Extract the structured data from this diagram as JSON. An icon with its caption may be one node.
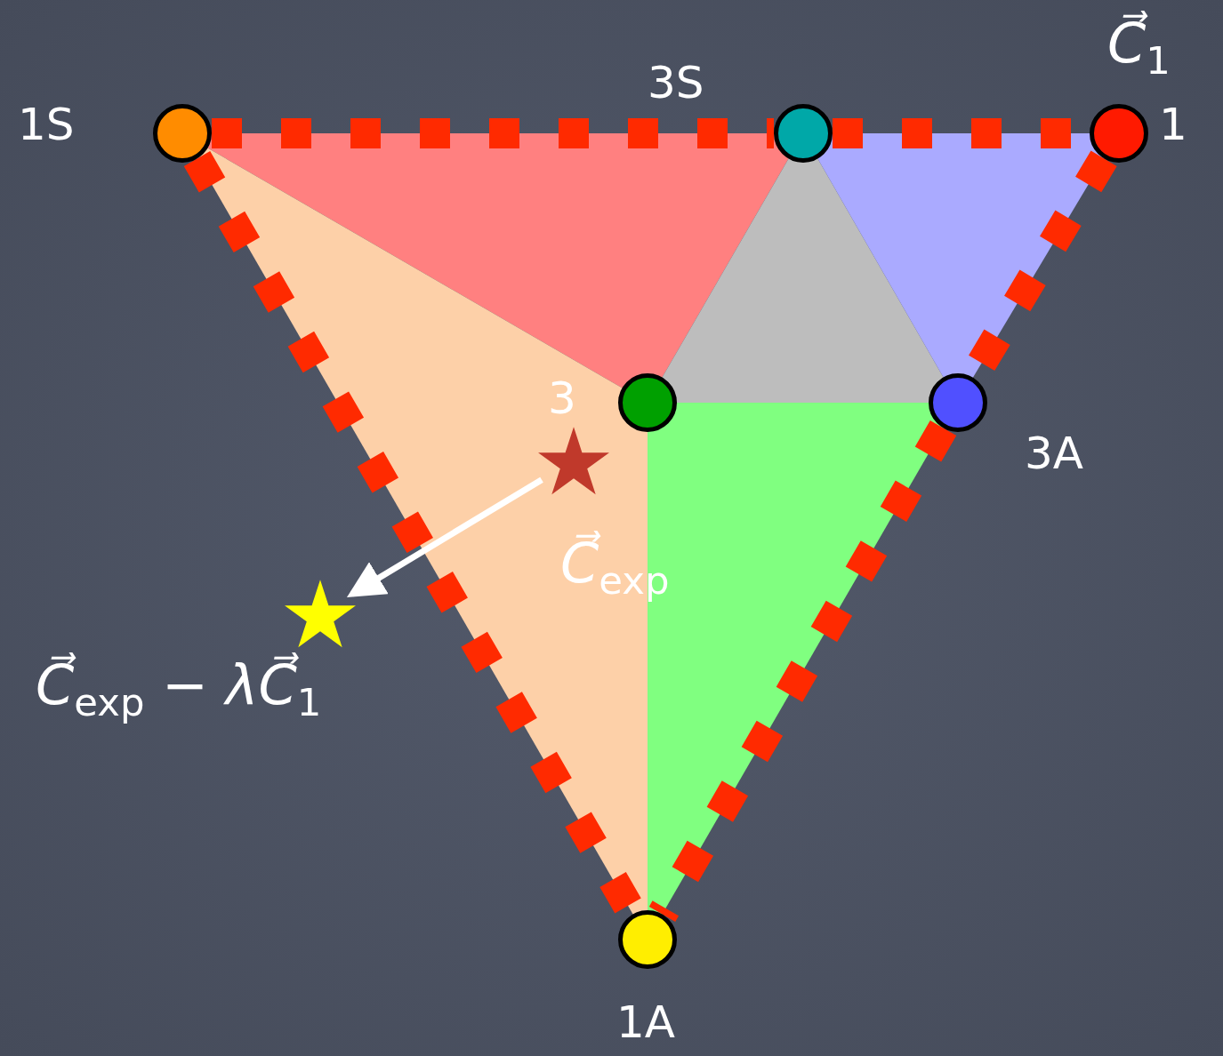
{
  "diagram": {
    "nodes": [
      {
        "text": [
          "1S"
        ]
      },
      {
        "text": [
          "3S"
        ]
      },
      {
        "text": [
          "1"
        ]
      },
      {
        "text": [
          "3"
        ]
      },
      {
        "text": [
          "3A"
        ]
      },
      {
        "text": [
          "1A"
        ]
      },
      {
        "text": [
          "*C⃗*$_{exp}$"
        ]
      },
      {
        "text": [
          "*C⃗*$_{exp}$ − *λC⃗*$_{1}$"
        ]
      }
    ],
    "edges": [
      {
        "from": 0,
        "to": 1,
        "arrow": "none",
        "style": "dashed"
      },
      {
        "from": 1,
        "to": 2,
        "arrow": "none",
        "style": "dashed"
      },
      {
        "from": 0,
        "to": 5,
        "arrow": "none",
        "style": "dashed"
      },
      {
        "from": 2,
        "to": 4,
        "arrow": "none",
        "style": "dashed"
      },
      {
        "from": 4,
        "to": 5,
        "arrow": "none",
        "style": "dashed"
      },
      {
        "from": 6,
        "to": 7,
        "arrow": "to",
        "color": "#ffffff"
      }
    ],
    "labels": [
      "*C⃗*$_{1}$"
    ]
  }
}
